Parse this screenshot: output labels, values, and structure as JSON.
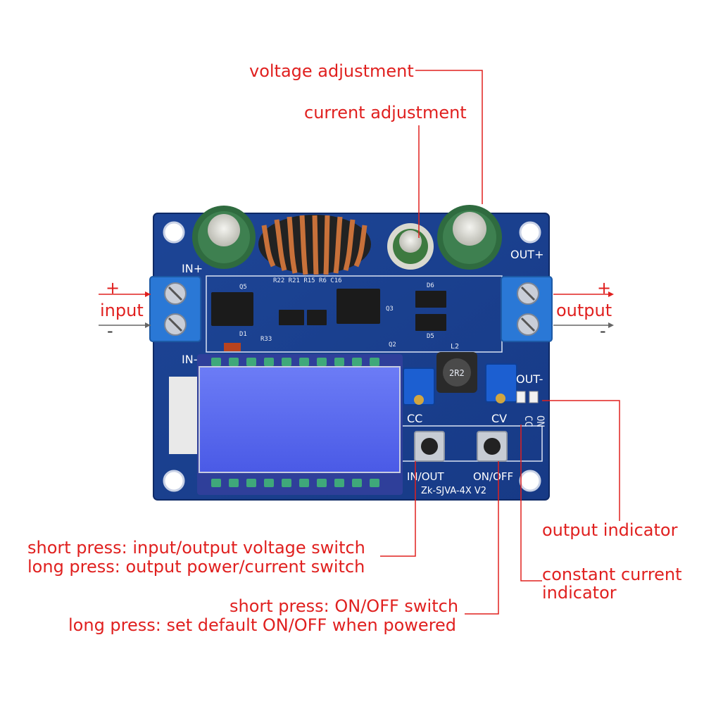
{
  "colors": {
    "callout_text": "#e0201f",
    "leader_line": "#e0201f",
    "board": "#1a3f8f",
    "lcd": "#5a6cf0",
    "terminal": "#2a78d6",
    "trim_pot": "#1c5fd1"
  },
  "callouts": {
    "voltage_adjustment": "voltage adjustment",
    "current_adjustment": "current adjustment",
    "input": "input",
    "input_plus": "+",
    "input_minus": "-",
    "output": "output",
    "output_plus": "+",
    "output_minus": "-",
    "output_indicator": "output indicator",
    "constant_current_indicator_line1": "constant current",
    "constant_current_indicator_line2": "indicator",
    "in_out_button_line1": "short press: input/output voltage switch",
    "in_out_button_line2": "long press: output power/current switch",
    "on_off_button_line1": "short press: ON/OFF switch",
    "on_off_button_line2": "long press: set default ON/OFF when powered"
  },
  "board_labels": {
    "in_plus": "IN+",
    "in_minus": "IN-",
    "out_plus": "OUT+",
    "out_minus": "OUT-",
    "cc_pot": "CC",
    "cv_pot": "CV",
    "in_out_button": "IN/OUT",
    "on_off_button": "ON/OFF",
    "model": "Zk-SJVA-4X V2",
    "inductor": "2R2",
    "inductor_ref": "L2",
    "led_cc": "CC",
    "led_on": "ON",
    "q5": "Q5",
    "q3": "Q3",
    "q2": "Q2",
    "d6": "D6",
    "d5": "D5",
    "d1": "D1",
    "r33": "R33",
    "refs_top": "R22 R21 R15 R6 C16"
  }
}
